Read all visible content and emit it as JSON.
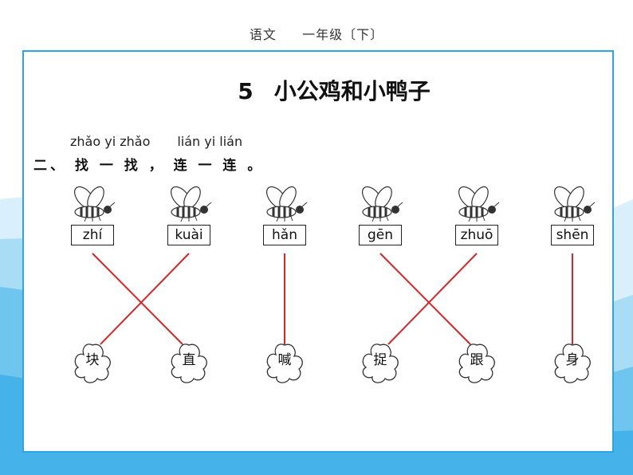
{
  "header": {
    "subject": "语文",
    "grade": "一年级〔下〕"
  },
  "lesson": {
    "number": "5",
    "title": "小公鸡和小鸭子"
  },
  "section": {
    "pinyin_1": "zhǎo yi zhǎo",
    "pinyin_2": "lián yi lián",
    "instruction": "二、 找 一 找 ， 连 一 连 。"
  },
  "pinyin_boxes": [
    "zhí",
    "kuài",
    "hǎn",
    "gēn",
    "zhuō",
    "shēn"
  ],
  "characters": [
    "块",
    "直",
    "喊",
    "捉",
    "跟",
    "身"
  ],
  "matches": [
    {
      "pinyin": "zhí",
      "character": "直"
    },
    {
      "pinyin": "kuài",
      "character": "块"
    },
    {
      "pinyin": "hǎn",
      "character": "喊"
    },
    {
      "pinyin": "gēn",
      "character": "跟"
    },
    {
      "pinyin": "zhuō",
      "character": "捉"
    },
    {
      "pinyin": "shēn",
      "character": "身"
    }
  ],
  "colors": {
    "frame": "#2aa6e4",
    "line": "#d9262b",
    "wave_light": "#d9effb",
    "wave_dark": "#6ec5ee"
  }
}
